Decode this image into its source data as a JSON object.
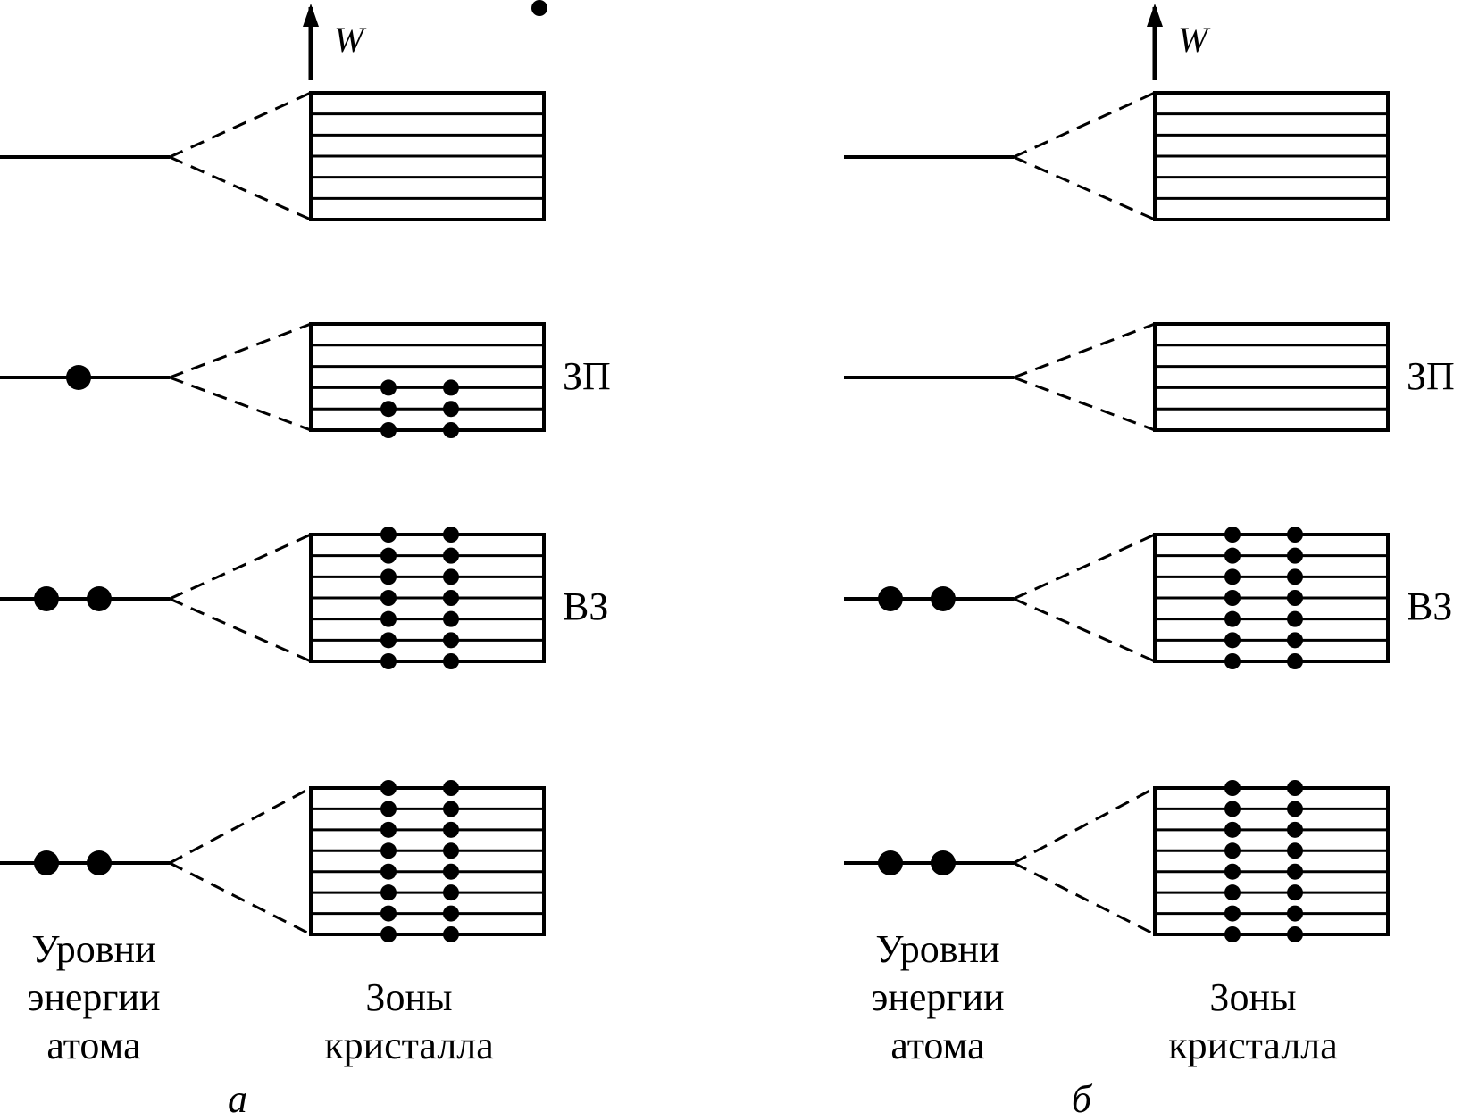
{
  "panels": [
    {
      "id": "a",
      "letter": "а",
      "axis_label": "W",
      "band_labels": {
        "conduction": "ЗП",
        "valence": "ВЗ"
      },
      "caption_levels": [
        "Уровни",
        "энергии",
        "атома"
      ],
      "caption_zones": [
        "Зоны",
        "кристалла"
      ],
      "free_electron": true,
      "levels": [
        {
          "atom_electrons": 0,
          "zone_lines": 7,
          "occupied_lines": 0
        },
        {
          "atom_electrons": 1,
          "zone_lines": 6,
          "occupied_lines": 3
        },
        {
          "atom_electrons": 2,
          "zone_lines": 7,
          "occupied_lines": 7
        },
        {
          "atom_electrons": 2,
          "zone_lines": 8,
          "occupied_lines": 8
        }
      ]
    },
    {
      "id": "b",
      "letter": "б",
      "axis_label": "W",
      "band_labels": {
        "conduction": "ЗП",
        "valence": "ВЗ"
      },
      "caption_levels": [
        "Уровни",
        "энергии",
        "атома"
      ],
      "caption_zones": [
        "Зоны",
        "кристалла"
      ],
      "free_electron": false,
      "levels": [
        {
          "atom_electrons": 0,
          "zone_lines": 7,
          "occupied_lines": 0
        },
        {
          "atom_electrons": 0,
          "zone_lines": 6,
          "occupied_lines": 0
        },
        {
          "atom_electrons": 2,
          "zone_lines": 7,
          "occupied_lines": 7
        },
        {
          "atom_electrons": 2,
          "zone_lines": 8,
          "occupied_lines": 8
        }
      ]
    }
  ]
}
